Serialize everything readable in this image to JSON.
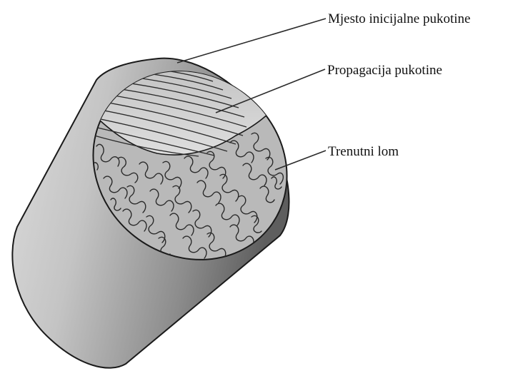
{
  "labels": {
    "initiation_site": "Mjesto inicijalne pukotine",
    "propagation": "Propagacija pukotine",
    "final_fracture": "Trenutni lom"
  },
  "colors": {
    "background": "#ffffff",
    "outline": "#1a1a1a",
    "cylinder_light": "#cfcfcf",
    "cylinder_dark": "#6e6e6e",
    "fracture_surface": "#b9b9b9",
    "beach_marks_zone": "#d3d3d3",
    "label_text": "#111111"
  }
}
